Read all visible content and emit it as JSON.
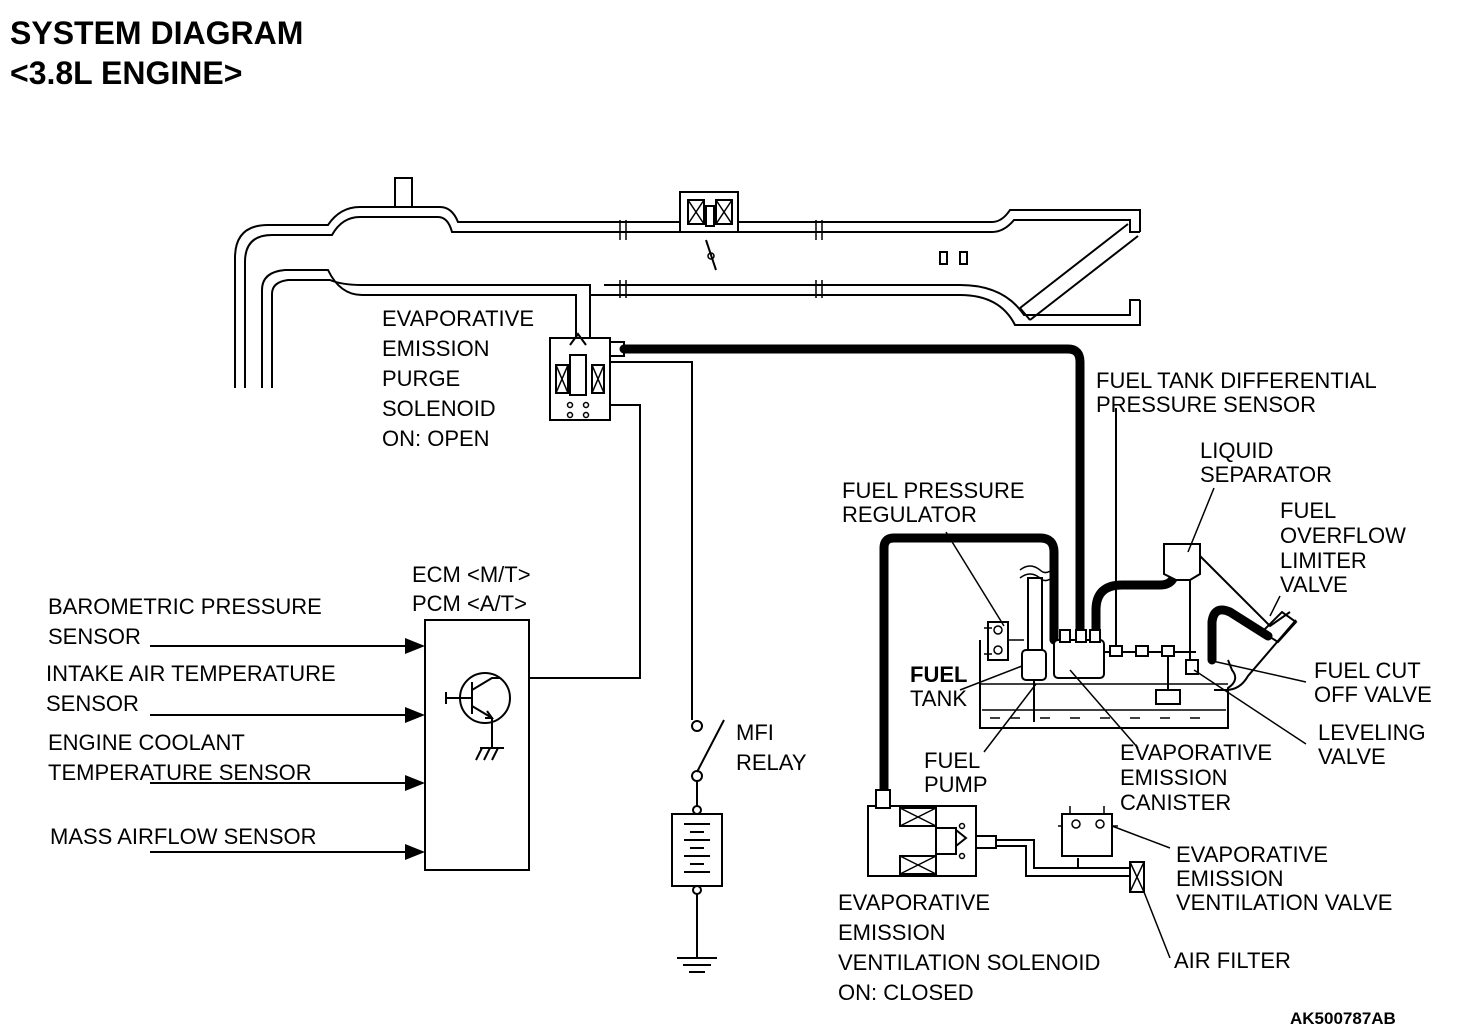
{
  "title": {
    "line1": "SYSTEM DIAGRAM",
    "line2": "<3.8L ENGINE>"
  },
  "labels": {
    "purge_solenoid": [
      "EVAPORATIVE",
      "EMISSION",
      "PURGE",
      "SOLENOID",
      "ON: OPEN"
    ],
    "ecm": [
      "ECM <M/T>",
      "PCM <A/T>"
    ],
    "mfi_relay": [
      "MFI",
      "RELAY"
    ],
    "baro_sensor": [
      "BAROMETRIC PRESSURE",
      "SENSOR"
    ],
    "iat_sensor": [
      "INTAKE AIR TEMPERATURE",
      "SENSOR"
    ],
    "ect_sensor": [
      "ENGINE COOLANT",
      "TEMPERATURE SENSOR"
    ],
    "maf_sensor": [
      "MASS AIRFLOW SENSOR"
    ],
    "fuel_tank_diff": [
      "FUEL TANK DIFFERENTIAL",
      "PRESSURE SENSOR"
    ],
    "liquid_separator": [
      "LIQUID",
      "SEPARATOR"
    ],
    "fuel_overflow": [
      "FUEL",
      "OVERFLOW",
      "LIMITER",
      "VALVE"
    ],
    "fuel_pressure_reg": [
      "FUEL PRESSURE",
      "REGULATOR"
    ],
    "fuel_tank": [
      "FUEL",
      "TANK"
    ],
    "fuel_pump": [
      "FUEL",
      "PUMP"
    ],
    "fuel_cut_off": [
      "FUEL CUT",
      "OFF VALVE"
    ],
    "leveling_valve": [
      "LEVELING",
      "VALVE"
    ],
    "canister": [
      "EVAPORATIVE",
      "EMISSION",
      "CANISTER"
    ],
    "vent_valve": [
      "EVAPORATIVE",
      "EMISSION",
      "VENTILATION VALVE"
    ],
    "vent_solenoid": [
      "EVAPORATIVE",
      "EMISSION",
      "VENTILATION SOLENOID",
      "ON: CLOSED"
    ],
    "air_filter": [
      "AIR FILTER"
    ]
  },
  "figure_code": "AK500787AB"
}
